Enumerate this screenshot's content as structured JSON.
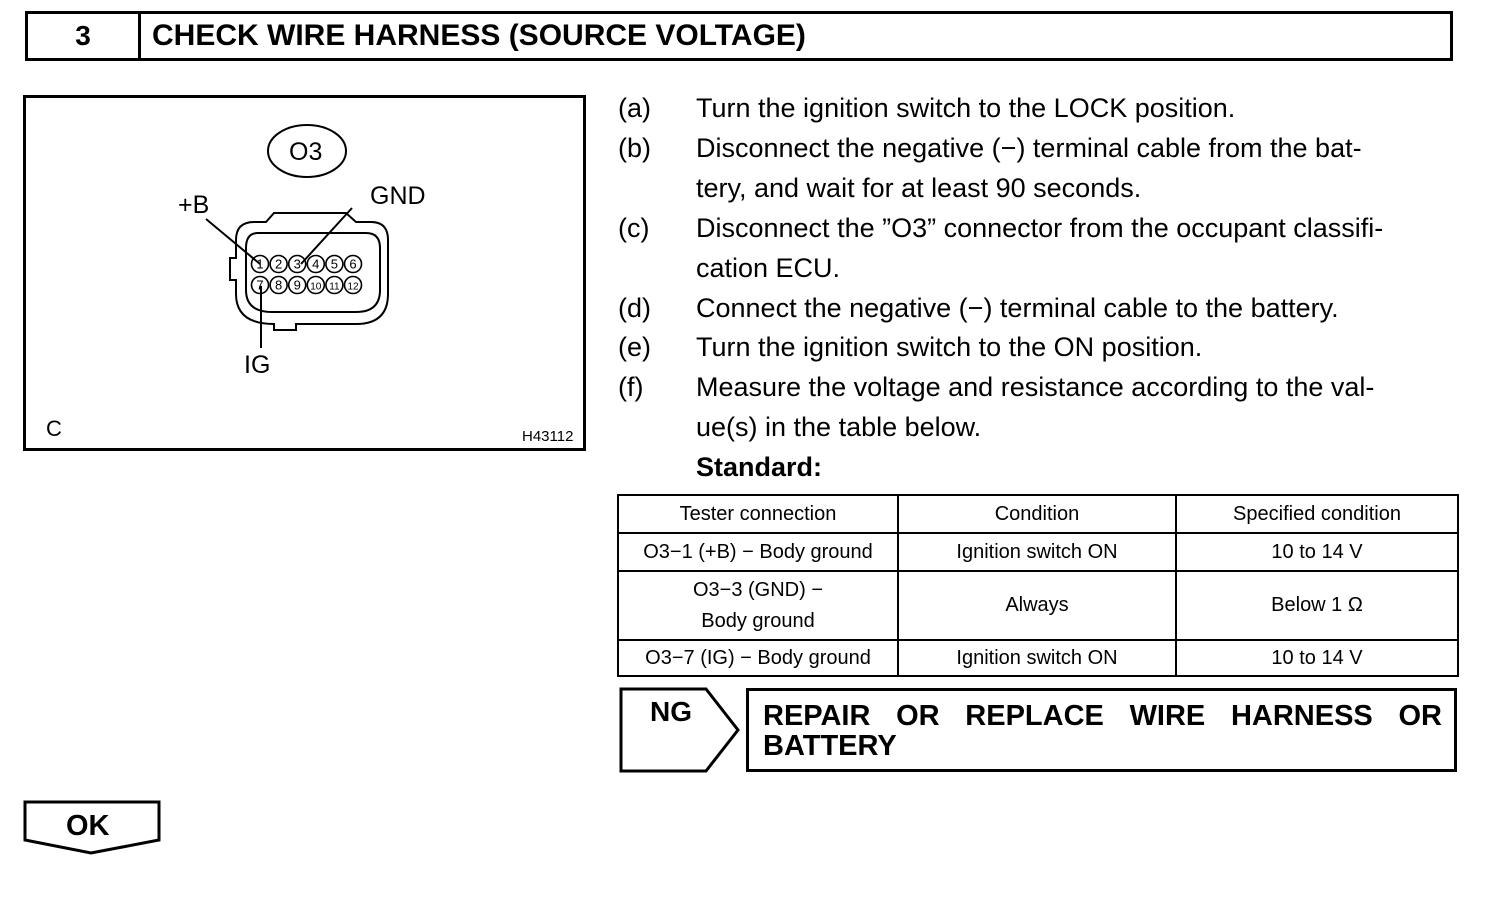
{
  "header": {
    "step_number": "3",
    "title": "CHECK WIRE HARNESS (SOURCE VOLTAGE)"
  },
  "diagram": {
    "connector_id": "O3",
    "labels": {
      "plus_b": "+B",
      "gnd": "GND",
      "ig": "IG",
      "corner": "C",
      "figure_code": "H43112"
    },
    "pins_top": [
      "1",
      "2",
      "3",
      "4",
      "5",
      "6"
    ],
    "pins_bottom": [
      "7",
      "8",
      "9",
      "10",
      "11",
      "12"
    ]
  },
  "steps": [
    {
      "mark": "(a)",
      "lines": [
        "Turn the ignition switch to the LOCK position."
      ]
    },
    {
      "mark": "(b)",
      "lines": [
        "Disconnect the negative (−) terminal cable from the bat-",
        "tery, and wait for at least 90 seconds."
      ]
    },
    {
      "mark": "(c)",
      "lines": [
        "Disconnect the ”O3” connector from the occupant classifi-",
        "cation ECU."
      ]
    },
    {
      "mark": "(d)",
      "lines": [
        "Connect the negative (−) terminal cable to the battery."
      ]
    },
    {
      "mark": "(e)",
      "lines": [
        "Turn the ignition switch to the ON position."
      ]
    },
    {
      "mark": "(f)",
      "lines": [
        "Measure the voltage and resistance according to the val-",
        "ue(s) in the table below."
      ]
    }
  ],
  "standard_label": "Standard:",
  "table": {
    "headers": [
      "Tester connection",
      "Condition",
      "Specified condition"
    ],
    "rows": [
      [
        "O3−1 (+B) − Body ground",
        "Ignition switch ON",
        "10 to 14 V"
      ],
      [
        "O3−3 (GND) −",
        "Body ground",
        "Always",
        "Below 1 Ω"
      ],
      [
        "O3−7 (IG) − Body ground",
        "Ignition switch ON",
        "10 to 14 V"
      ]
    ]
  },
  "ng": {
    "label": "NG",
    "line1_words": [
      "REPAIR",
      "OR",
      "REPLACE",
      "WIRE",
      "HARNESS",
      "OR"
    ],
    "line2": "BATTERY"
  },
  "ok": {
    "label": "OK"
  }
}
